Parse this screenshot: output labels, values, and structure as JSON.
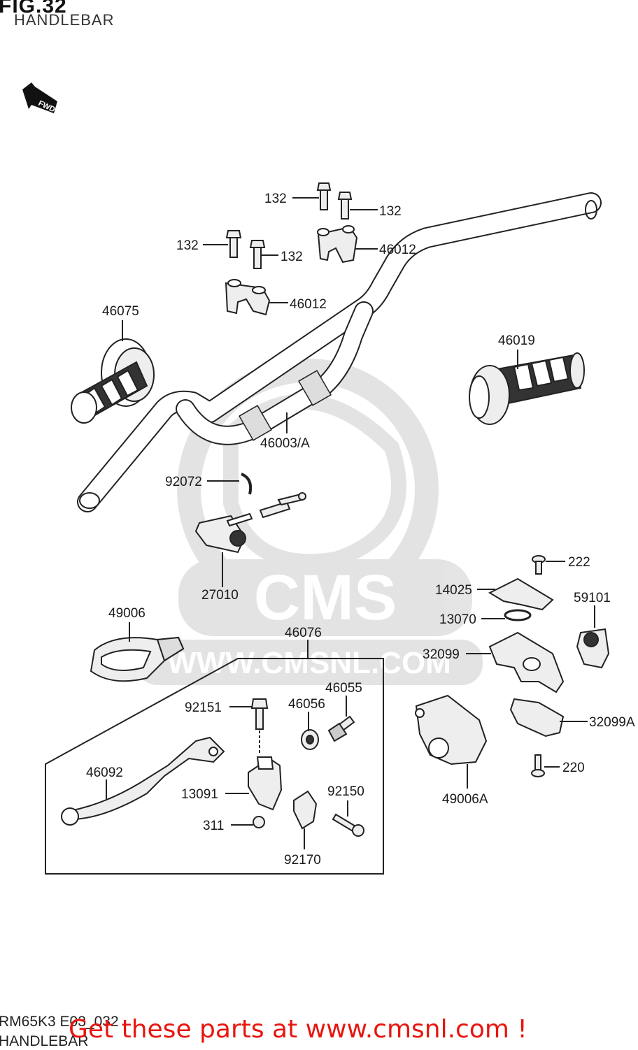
{
  "header": {
    "title": "FIG.32",
    "subtitle": "HANDLEBAR"
  },
  "footer": {
    "code": "RM65K3 E03_032",
    "subtitle_repeat": "HANDLEBAR",
    "promo": "Get these parts at www.cmsnl.com !"
  },
  "watermark": {
    "text": "WWW.CMSNL.COM",
    "logo_text": "CMS"
  },
  "fwd_label": "FWD",
  "callouts": [
    {
      "id": "p132a",
      "text": "132"
    },
    {
      "id": "p132b",
      "text": "132"
    },
    {
      "id": "p132c",
      "text": "132"
    },
    {
      "id": "p132d",
      "text": "132"
    },
    {
      "id": "p46012a",
      "text": "46012"
    },
    {
      "id": "p46012b",
      "text": "46012"
    },
    {
      "id": "p46075",
      "text": "46075"
    },
    {
      "id": "p46019",
      "text": "46019"
    },
    {
      "id": "p46003",
      "text": "46003/A"
    },
    {
      "id": "p92072",
      "text": "92072"
    },
    {
      "id": "p27010",
      "text": "27010"
    },
    {
      "id": "p222",
      "text": "222"
    },
    {
      "id": "p14025",
      "text": "14025"
    },
    {
      "id": "p59101",
      "text": "59101"
    },
    {
      "id": "p13070",
      "text": "13070"
    },
    {
      "id": "p49006",
      "text": "49006"
    },
    {
      "id": "p46076",
      "text": "46076"
    },
    {
      "id": "p32099",
      "text": "32099"
    },
    {
      "id": "p46055",
      "text": "46055"
    },
    {
      "id": "p92151",
      "text": "92151"
    },
    {
      "id": "p46056",
      "text": "46056"
    },
    {
      "id": "p32099A",
      "text": "32099A"
    },
    {
      "id": "p46092",
      "text": "46092"
    },
    {
      "id": "p220",
      "text": "220"
    },
    {
      "id": "p13091",
      "text": "13091"
    },
    {
      "id": "p92150",
      "text": "92150"
    },
    {
      "id": "p49006A",
      "text": "49006A"
    },
    {
      "id": "p311",
      "text": "311"
    },
    {
      "id": "p92170",
      "text": "92170"
    }
  ]
}
